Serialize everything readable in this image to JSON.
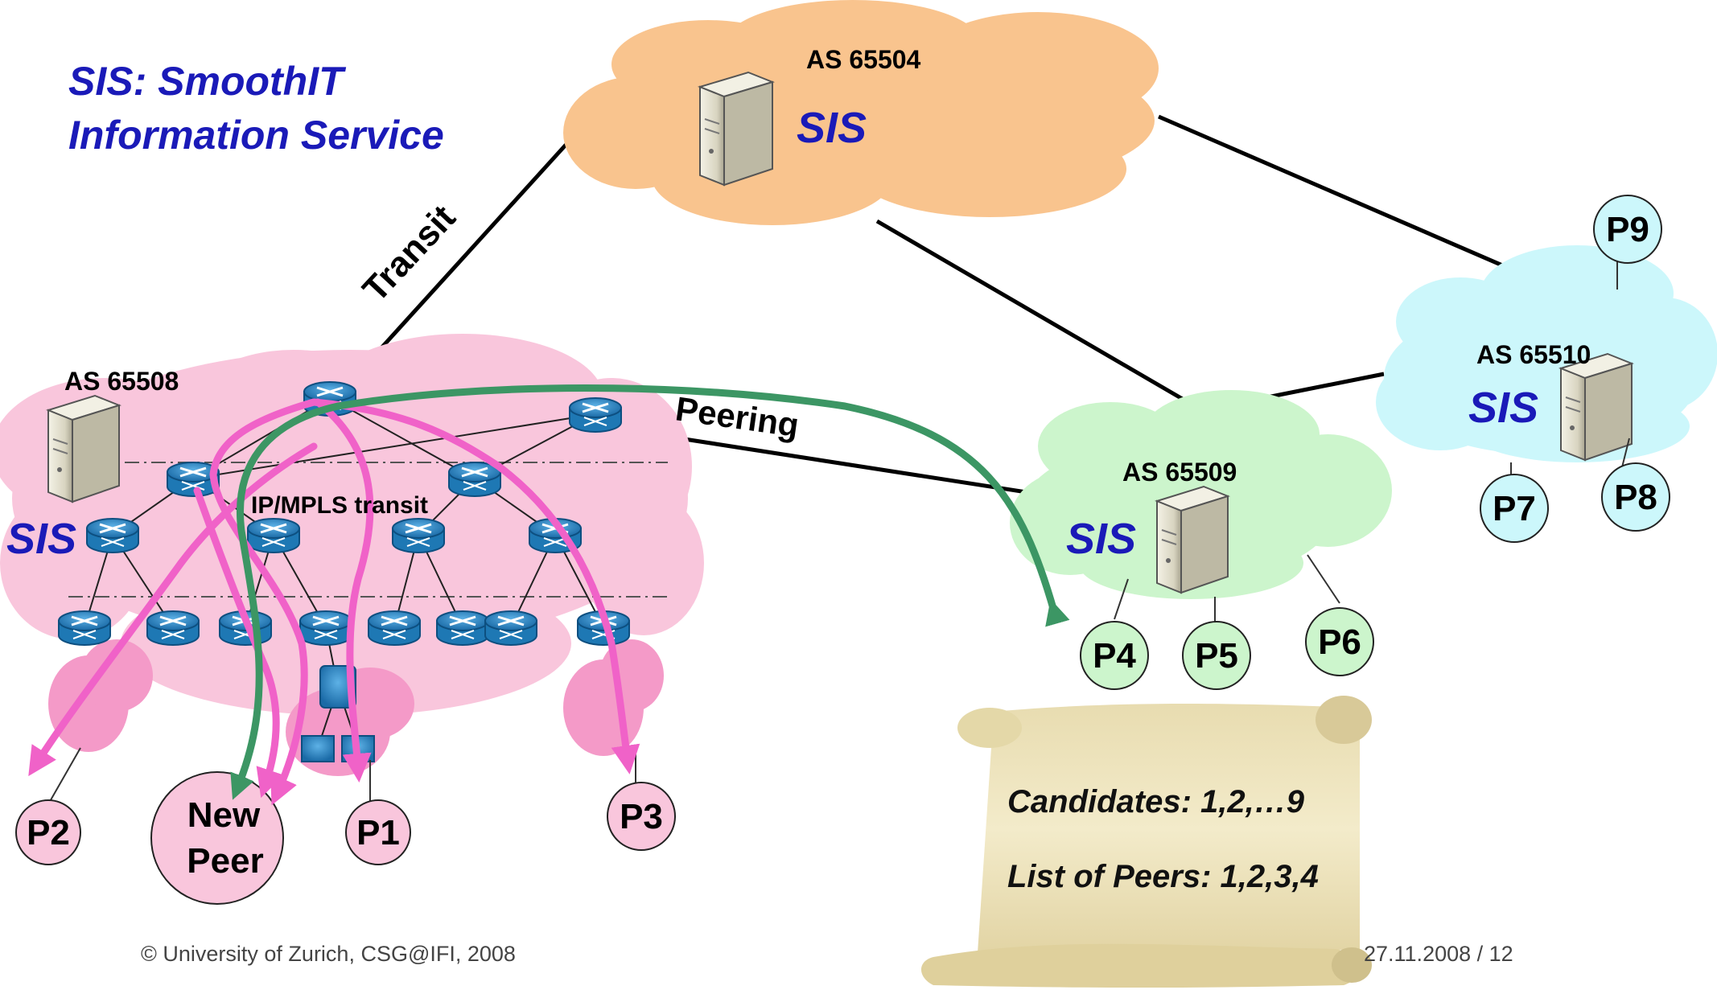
{
  "title": {
    "line1": "SIS: SmoothIT",
    "line2": "Information Service"
  },
  "labels": {
    "as_top": "AS 65504",
    "as_left": "AS 65508",
    "as_mid": "AS 65509",
    "as_right": "AS 65510",
    "sis": "SIS",
    "transit": "Transit",
    "peering": "Peering",
    "ip_transit": "IP/MPLS transit"
  },
  "peers": {
    "p1": "P1",
    "p2": "P2",
    "p3": "P3",
    "p4": "P4",
    "p5": "P5",
    "p6": "P6",
    "p7": "P7",
    "p8": "P8",
    "p9": "P9",
    "new_line1": "New",
    "new_line2": "Peer"
  },
  "scroll": {
    "candidates": "Candidates: 1,2,…9",
    "list": "List of Peers: 1,2,3,4"
  },
  "footer": {
    "copyright": "© University of Zurich, CSG@IFI, 2008",
    "page": "27.11.2008  /  12"
  },
  "colors": {
    "sis_text": "#1a1ab8",
    "cloud_orange": "#f9c48e",
    "cloud_pink": "#f9c6dc",
    "cloud_pink_dark": "#f49ac8",
    "cloud_green": "#ccf5cc",
    "cloud_blue": "#ccf7fb",
    "arrow_pink": "#f062c8",
    "arrow_green": "#3c9664",
    "router_blue": "#1e78b4"
  }
}
